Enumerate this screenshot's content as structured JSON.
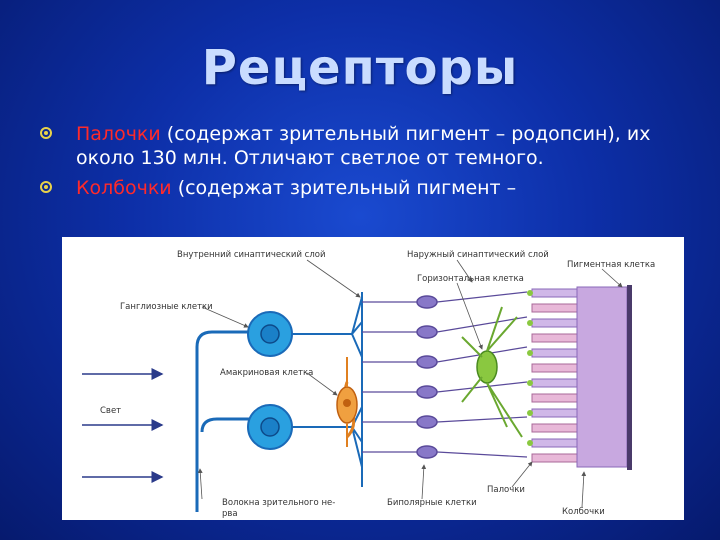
{
  "title": "Рецепторы",
  "bullets": [
    {
      "term": "Палочки",
      "text": " (содержат зрительный пигмент – родопсин), их около 130 млн. Отличают светлое от темного."
    },
    {
      "term": "Колбочки",
      "text": " (содержат зрительный пигмент –"
    }
  ],
  "diagram": {
    "labels": {
      "inner_layer": "Внутренний синаптический слой",
      "outer_layer": "Наружный синаптический слой",
      "pigment_cell": "Пигментная клетка",
      "horizontal_cell": "Горизонтальная клетка",
      "ganglion_cells": "Ганглиозные клетки",
      "amacrine_cell": "Амакриновая клетка",
      "light": "Свет",
      "nerve_fibers_1": "Волокна   зрительного   не-",
      "nerve_fibers_2": "рва",
      "bipolar_cells": "Биполярные клетки",
      "rods": "Палочки",
      "cones": "Колбочки"
    }
  }
}
